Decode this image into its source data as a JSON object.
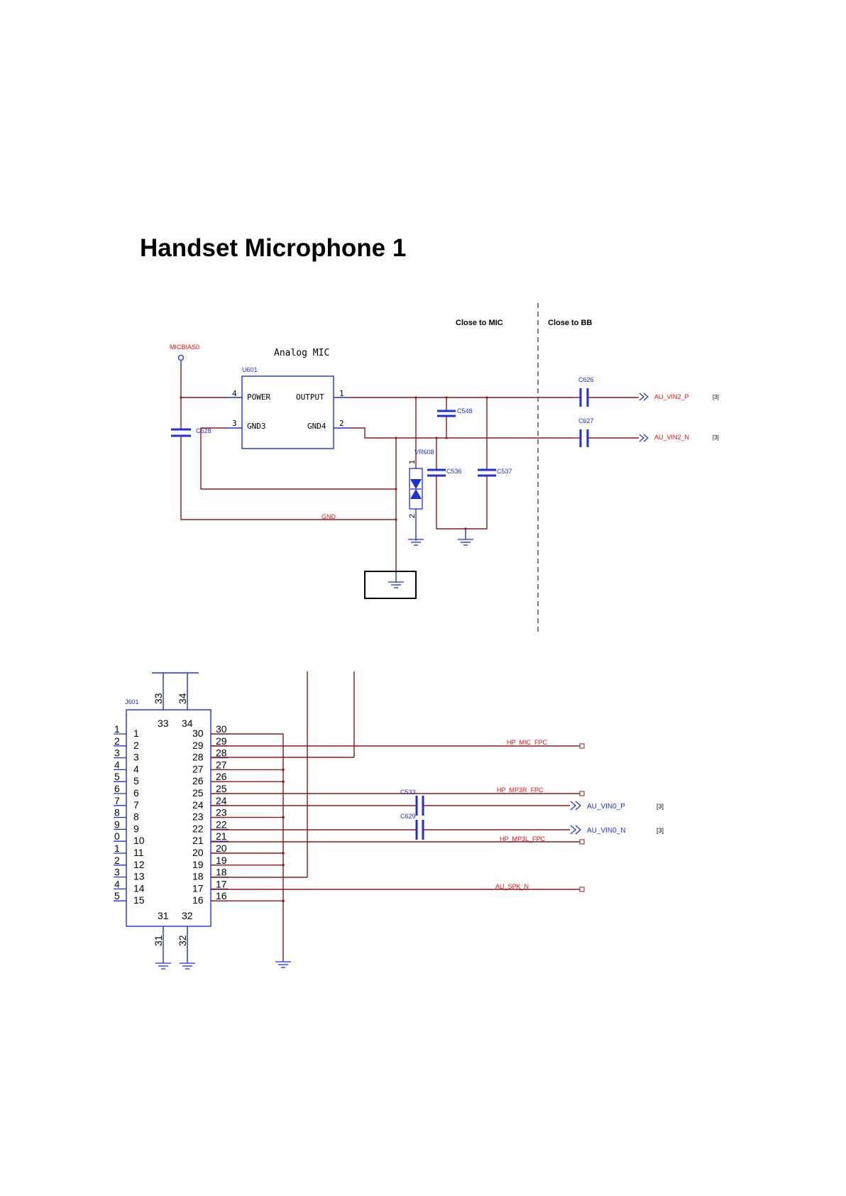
{
  "title": "Handset Microphone 1",
  "zones": {
    "close_to_mic": "Close to MIC",
    "close_to_bb": "Close to BB"
  },
  "mic": {
    "bias_net": "MICBIAS0",
    "part_title": "Analog MIC",
    "refdes": "U601",
    "pins": [
      {
        "num": "4",
        "name": "POWER"
      },
      {
        "num": "3",
        "name": "GND3"
      },
      {
        "num": "1",
        "name": "OUTPUT"
      },
      {
        "num": "2",
        "name": "GND4"
      }
    ]
  },
  "components": {
    "c626": "C626",
    "c627": "C627",
    "c628": "C628",
    "c548": "C548",
    "c536": "C536",
    "c537": "C537",
    "vr": "VR608",
    "vr_pin1": "1",
    "vr_pin2": "2",
    "c533": "C533",
    "c629": "C629"
  },
  "nets": {
    "gnd": "GND",
    "au_vin2_p": "AU_VIN2_P",
    "au_vin2_n": "AU_VIN2_N",
    "au_vin0_p": "AU_VIN0_P",
    "au_vin0_n": "AU_VIN0_N",
    "hp_mic_fpc": "HP_MIC_FPC",
    "hp_mp3r_fpc": "HP_MP3R_FPC",
    "hp_mp3l_fpc": "HP_MP3L_FPC",
    "au_spk_n": "AU_SPK_N",
    "sheet_ref": "[3]"
  },
  "connector": {
    "refdes": "J601",
    "left_pins": [
      "1",
      "2",
      "3",
      "4",
      "5",
      "6",
      "7",
      "8",
      "9",
      "10",
      "11",
      "12",
      "13",
      "14",
      "15"
    ],
    "left_ext": [
      "1",
      "2",
      "3",
      "4",
      "5",
      "6",
      "7",
      "8",
      "9",
      "0",
      "1",
      "2",
      "3",
      "4",
      "5"
    ],
    "right_pins": [
      "30",
      "29",
      "28",
      "27",
      "26",
      "25",
      "24",
      "23",
      "22",
      "21",
      "20",
      "19",
      "18",
      "17",
      "16"
    ],
    "top_pins": [
      "33",
      "34"
    ],
    "bottom_pins": [
      "31",
      "32"
    ]
  }
}
